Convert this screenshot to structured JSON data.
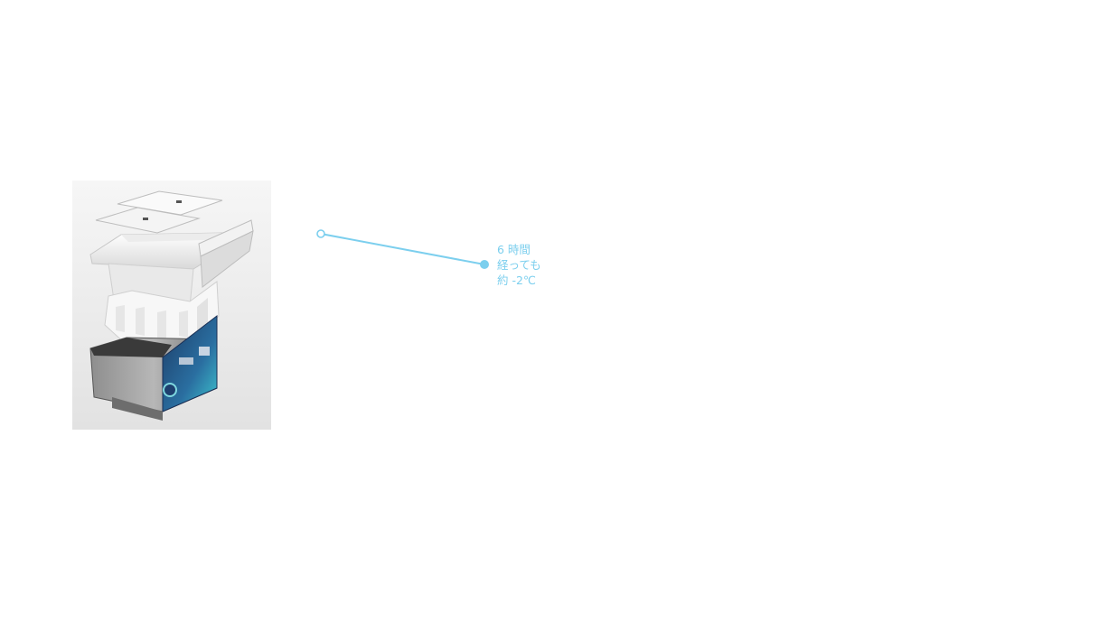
{
  "callout": {
    "lines": [
      "6 時間",
      "経っても",
      "約 -2℃"
    ],
    "color": "#7ccfee"
  },
  "product_image": {
    "icon": "cooling-box-exploded-view"
  }
}
